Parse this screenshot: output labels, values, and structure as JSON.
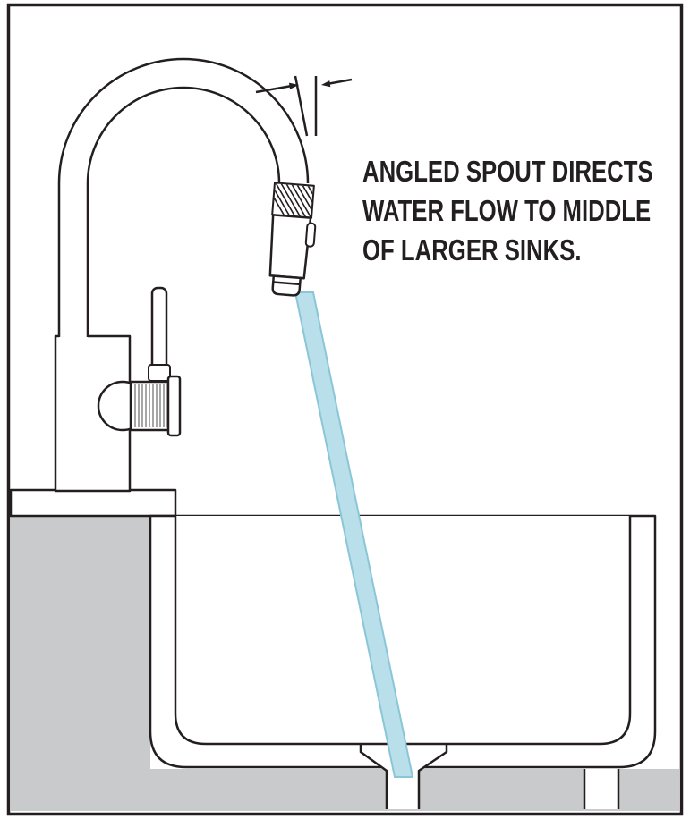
{
  "diagram": {
    "annotation_lines": [
      "ANGLED SPOUT DIRECTS",
      "WATER FLOW TO MIDDLE",
      "OF LARGER SINKS."
    ],
    "colors": {
      "line": "#231f20",
      "water_fill": "#b9e0ea",
      "water_edge": "#8ac6d8",
      "cabinet_gray": "#c9cacb",
      "background": "#ffffff"
    }
  }
}
